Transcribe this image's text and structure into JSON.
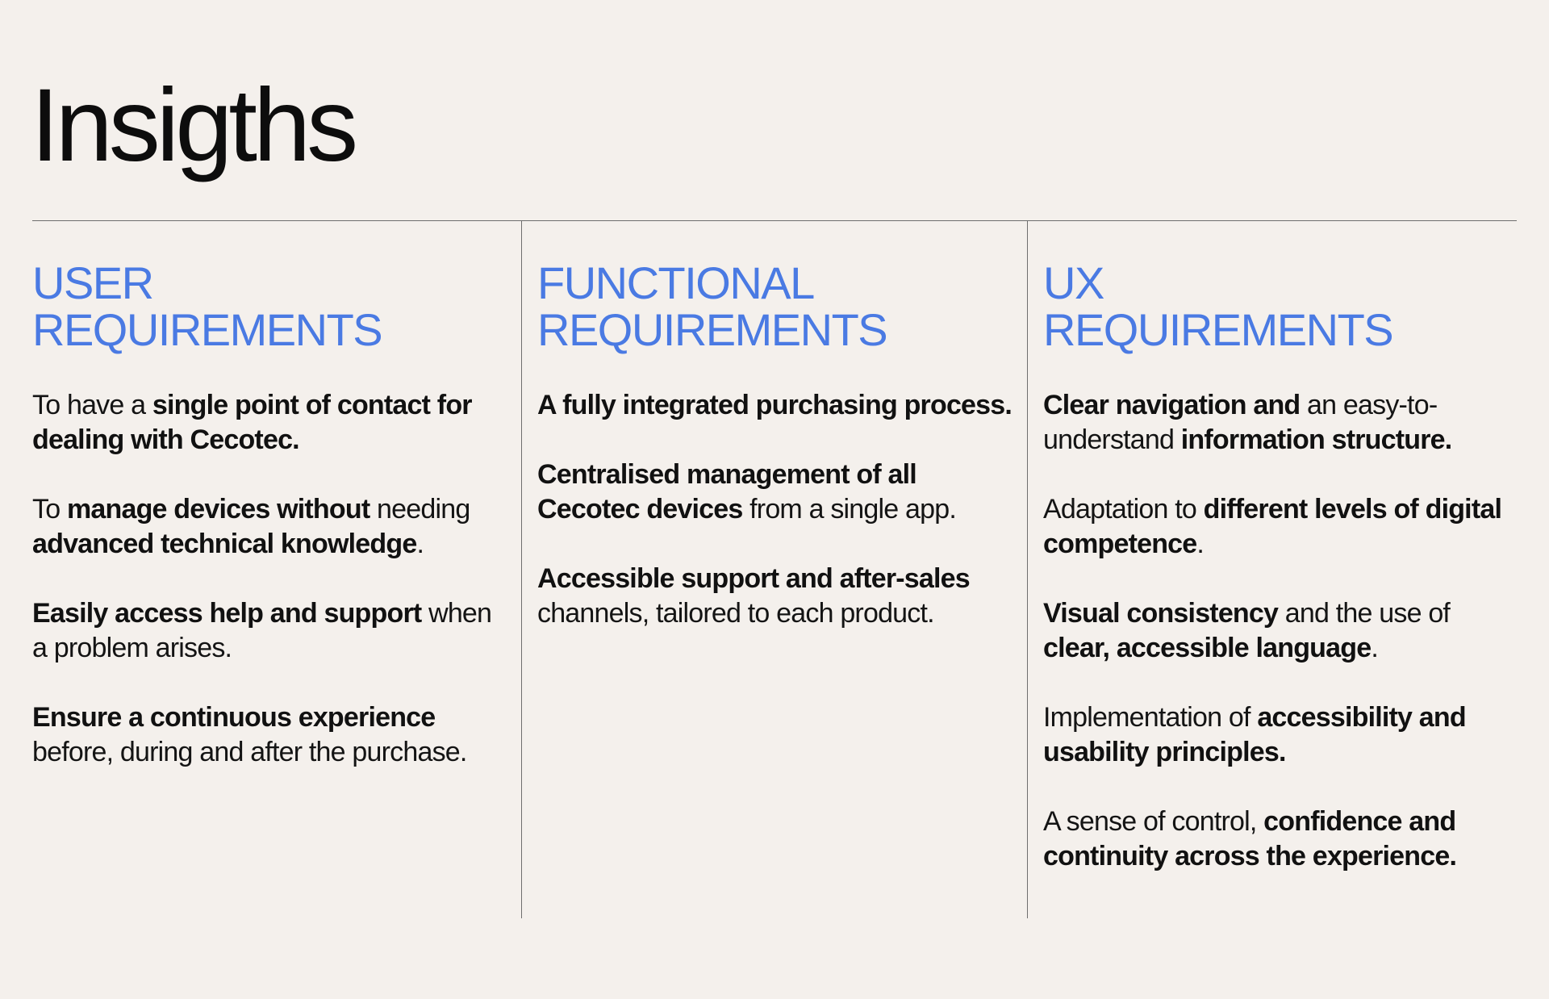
{
  "title": "Insigths",
  "columns": [
    {
      "heading": [
        "USER",
        "REQUIREMENTS"
      ],
      "items": [
        [
          {
            "text": "To have a ",
            "bold": false
          },
          {
            "text": "single point of contact for dealing with Cecotec.",
            "bold": true
          }
        ],
        [
          {
            "text": "To ",
            "bold": false
          },
          {
            "text": "manage devices without",
            "bold": true
          },
          {
            "text": " needing ",
            "bold": false
          },
          {
            "text": "advanced technical knowledge",
            "bold": true
          },
          {
            "text": ".",
            "bold": false
          }
        ],
        [
          {
            "text": "Easily access help and support",
            "bold": true
          },
          {
            "text": " when a problem arises.",
            "bold": false
          }
        ],
        [
          {
            "text": "Ensure a continuous experience",
            "bold": true
          },
          {
            "text": " before, during and after the purchase.",
            "bold": false
          }
        ]
      ]
    },
    {
      "heading": [
        "FUNCTIONAL",
        "REQUIREMENTS"
      ],
      "items": [
        [
          {
            "text": "A fully integrated purchasing process.",
            "bold": true
          }
        ],
        [
          {
            "text": "Centralised management of all Cecotec devices",
            "bold": true
          },
          {
            "text": " from a single app.",
            "bold": false
          }
        ],
        [
          {
            "text": "Accessible support and after-sales",
            "bold": true
          },
          {
            "text": " channels, tailored to each product.",
            "bold": false
          }
        ]
      ]
    },
    {
      "heading": [
        "UX",
        "REQUIREMENTS"
      ],
      "items": [
        [
          {
            "text": "Clear navigation and",
            "bold": true
          },
          {
            "text": " an easy-to-understand ",
            "bold": false
          },
          {
            "text": "information structure.",
            "bold": true
          }
        ],
        [
          {
            "text": "Adaptation to ",
            "bold": false
          },
          {
            "text": "different levels of digital competence",
            "bold": true
          },
          {
            "text": ".",
            "bold": false
          }
        ],
        [
          {
            "text": "Visual consistency",
            "bold": true
          },
          {
            "text": " and the use of ",
            "bold": false
          },
          {
            "text": "clear, accessible language",
            "bold": true
          },
          {
            "text": ".",
            "bold": false
          }
        ],
        [
          {
            "text": "Implementation of ",
            "bold": false
          },
          {
            "text": "accessibility and usability principles.",
            "bold": true
          }
        ],
        [
          {
            "text": "A sense of control, ",
            "bold": false
          },
          {
            "text": "confidence and continuity across the experience.",
            "bold": true
          }
        ]
      ]
    }
  ],
  "colors": {
    "background": "#f4f0ec",
    "heading_accent": "#4a7ae3",
    "text": "#141414",
    "rule": "#6e6e6e"
  }
}
